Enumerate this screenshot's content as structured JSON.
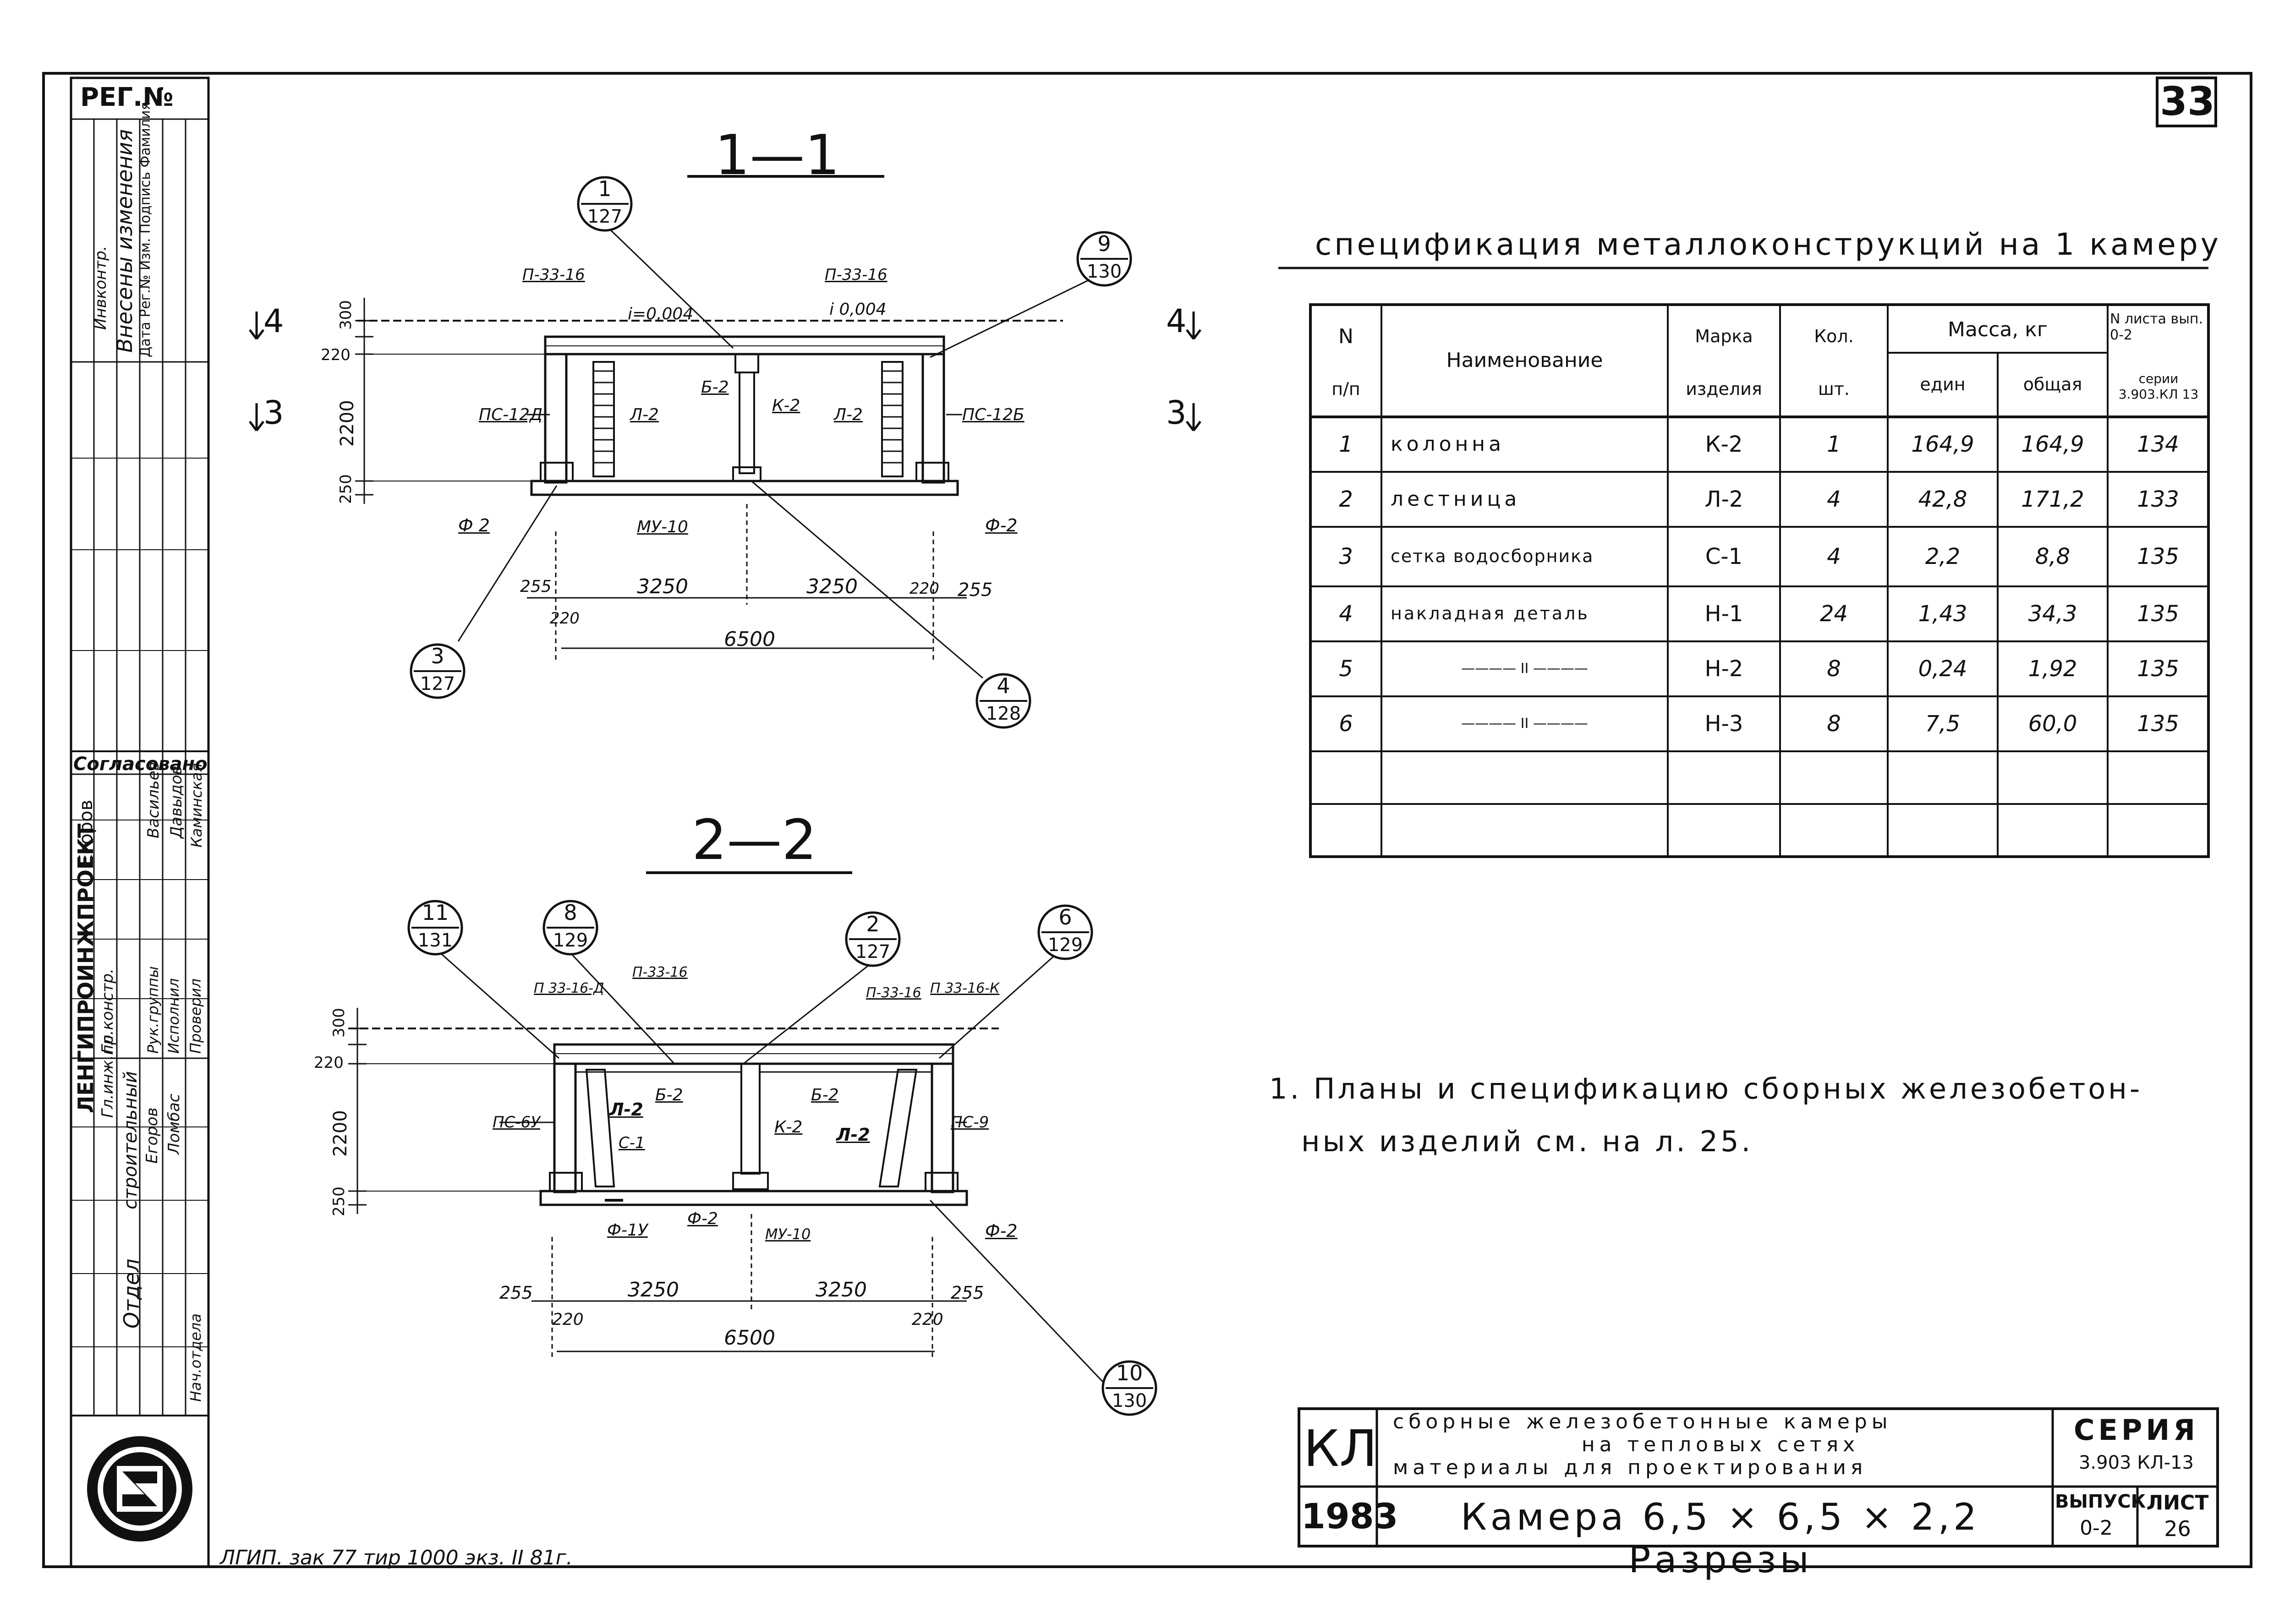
{
  "sheet_number": "33",
  "left_strip": {
    "reg_label": "РЕГ.№",
    "changes_title": "Внесены изменения",
    "changes_cols": [
      "Дата",
      "Рег.№",
      "Изм.",
      "Подпись",
      "Фамилия"
    ],
    "changes_top": "Инвконтр.",
    "agreed": "Согласовано",
    "agreed_names": [
      "Егоров",
      "Васильев",
      "Давыдов",
      "Каминская"
    ],
    "role_labels": [
      "Гл.инж.пр",
      "Гл.констр.",
      "Рук.группы",
      "Исполнил",
      "Проверил"
    ],
    "dept_lines": [
      "Отдел",
      "строительный"
    ],
    "people": [
      "Егоров",
      "Ломбас"
    ],
    "head_dept": "Нач.отдела",
    "org": "ЛЕНГИПРОИНЖПРОЕКТ"
  },
  "bottom_stamp_note": "ЛГИП. зак 77 тир 1000 экз. II 81г.",
  "section_1": {
    "title": "1—1",
    "callouts": [
      {
        "top": "1",
        "bottom": "127"
      },
      {
        "top": "9",
        "bottom": "130"
      },
      {
        "top": "3",
        "bottom": "127"
      },
      {
        "top": "4",
        "bottom": "128"
      }
    ],
    "labels": {
      "slab_left": "П-33-16",
      "slab_right": "П-33-16",
      "slope_left": "i=0,004",
      "slope_right": "i 0,004",
      "panel_left": "ПС-12Д",
      "panel_right": "ПС-12Б",
      "stair_left": "Л-2",
      "stair_right": "Л-2",
      "beam": "Б-2",
      "column": "К-2",
      "foundation_left": "Ф 2",
      "foundation_right": "Ф-2",
      "base": "МУ-10"
    },
    "dims_vertical": [
      "300",
      "220",
      "2200",
      "250"
    ],
    "dims_horizontal": [
      "255",
      "3250",
      "3250",
      "255",
      "220",
      "220",
      "6500"
    ],
    "section_marks": [
      "4",
      "3",
      "4",
      "3"
    ]
  },
  "section_2": {
    "title": "2—2",
    "callouts": [
      {
        "top": "11",
        "bottom": "131"
      },
      {
        "top": "8",
        "bottom": "129"
      },
      {
        "top": "2",
        "bottom": "127"
      },
      {
        "top": "6",
        "bottom": "129"
      },
      {
        "top": "10",
        "bottom": "130"
      }
    ],
    "labels": {
      "slab_1": "П 33-16-Д",
      "slab_2": "П-33-16",
      "slab_3": "П-33-16",
      "slab_4": "П 33-16-К",
      "panel_left": "ПС-6У",
      "panel_right": "ПС-9",
      "stair_left": "Л-2",
      "stair_right": "Л-2",
      "beam_left": "Б-2",
      "beam_right": "Б-2",
      "column": "К-2",
      "grate": "С-1",
      "foundation_left": "Ф-1У",
      "foundation_mid": "Ф-2",
      "foundation_right": "Ф-2",
      "base": "МУ-10"
    },
    "dims_vertical": [
      "300",
      "220",
      "2200",
      "250"
    ],
    "dims_horizontal": [
      "255",
      "3250",
      "3250",
      "255",
      "220",
      "220",
      "6500"
    ]
  },
  "spec": {
    "title": "спецификация металлоконструкций на 1 камеру",
    "headers": {
      "num_top": "N",
      "num_bottom": "п/п",
      "name": "Наименование",
      "mark_top": "Марка",
      "mark_bottom": "изделия",
      "qty_top": "Кол.",
      "qty_bottom": "шт.",
      "mass": "Масса, кг",
      "mass_unit": "един",
      "mass_total": "общая",
      "sheet_top": "N листа вып. 0-2",
      "sheet_bottom": "серии 3.903.КЛ 13"
    },
    "rows": [
      {
        "n": "1",
        "name": "колонна",
        "mark": "К-2",
        "qty": "1",
        "unit": "164,9",
        "total": "164,9",
        "sheet": "134"
      },
      {
        "n": "2",
        "name": "лестница",
        "mark": "Л-2",
        "qty": "4",
        "unit": "42,8",
        "total": "171,2",
        "sheet": "133"
      },
      {
        "n": "3",
        "name": "сетка водосборника",
        "mark": "С-1",
        "qty": "4",
        "unit": "2,2",
        "total": "8,8",
        "sheet": "135"
      },
      {
        "n": "4",
        "name": "накладная деталь",
        "mark": "Н-1",
        "qty": "24",
        "unit": "1,43",
        "total": "34,3",
        "sheet": "135"
      },
      {
        "n": "5",
        "name": "———— II ————",
        "mark": "Н-2",
        "qty": "8",
        "unit": "0,24",
        "total": "1,92",
        "sheet": "135"
      },
      {
        "n": "6",
        "name": "———— II ————",
        "mark": "Н-3",
        "qty": "8",
        "unit": "7,5",
        "total": "60,0",
        "sheet": "135"
      },
      {
        "n": "",
        "name": "",
        "mark": "",
        "qty": "",
        "unit": "",
        "total": "",
        "sheet": ""
      },
      {
        "n": "",
        "name": "",
        "mark": "",
        "qty": "",
        "unit": "",
        "total": "",
        "sheet": ""
      }
    ]
  },
  "note": {
    "line1": "1. Планы и спецификацию сборных железобетон-",
    "line2": "ных изделий см. на л. 25."
  },
  "title_block": {
    "code": "КЛ",
    "year": "1983",
    "desc_line1": "сборные железобетонные камеры",
    "desc_line2": "на тепловых сетях",
    "desc_line3": "материалы для проектирования",
    "series_label": "СЕРИЯ",
    "series_value": "3.903 КЛ-13",
    "sheet_title": "Камера 6,5 × 6,5 × 2,2 Разрезы",
    "issue_label": "ВЫПУСК",
    "issue_value": "0-2",
    "list_label": "ЛИСТ",
    "list_value": "26"
  }
}
